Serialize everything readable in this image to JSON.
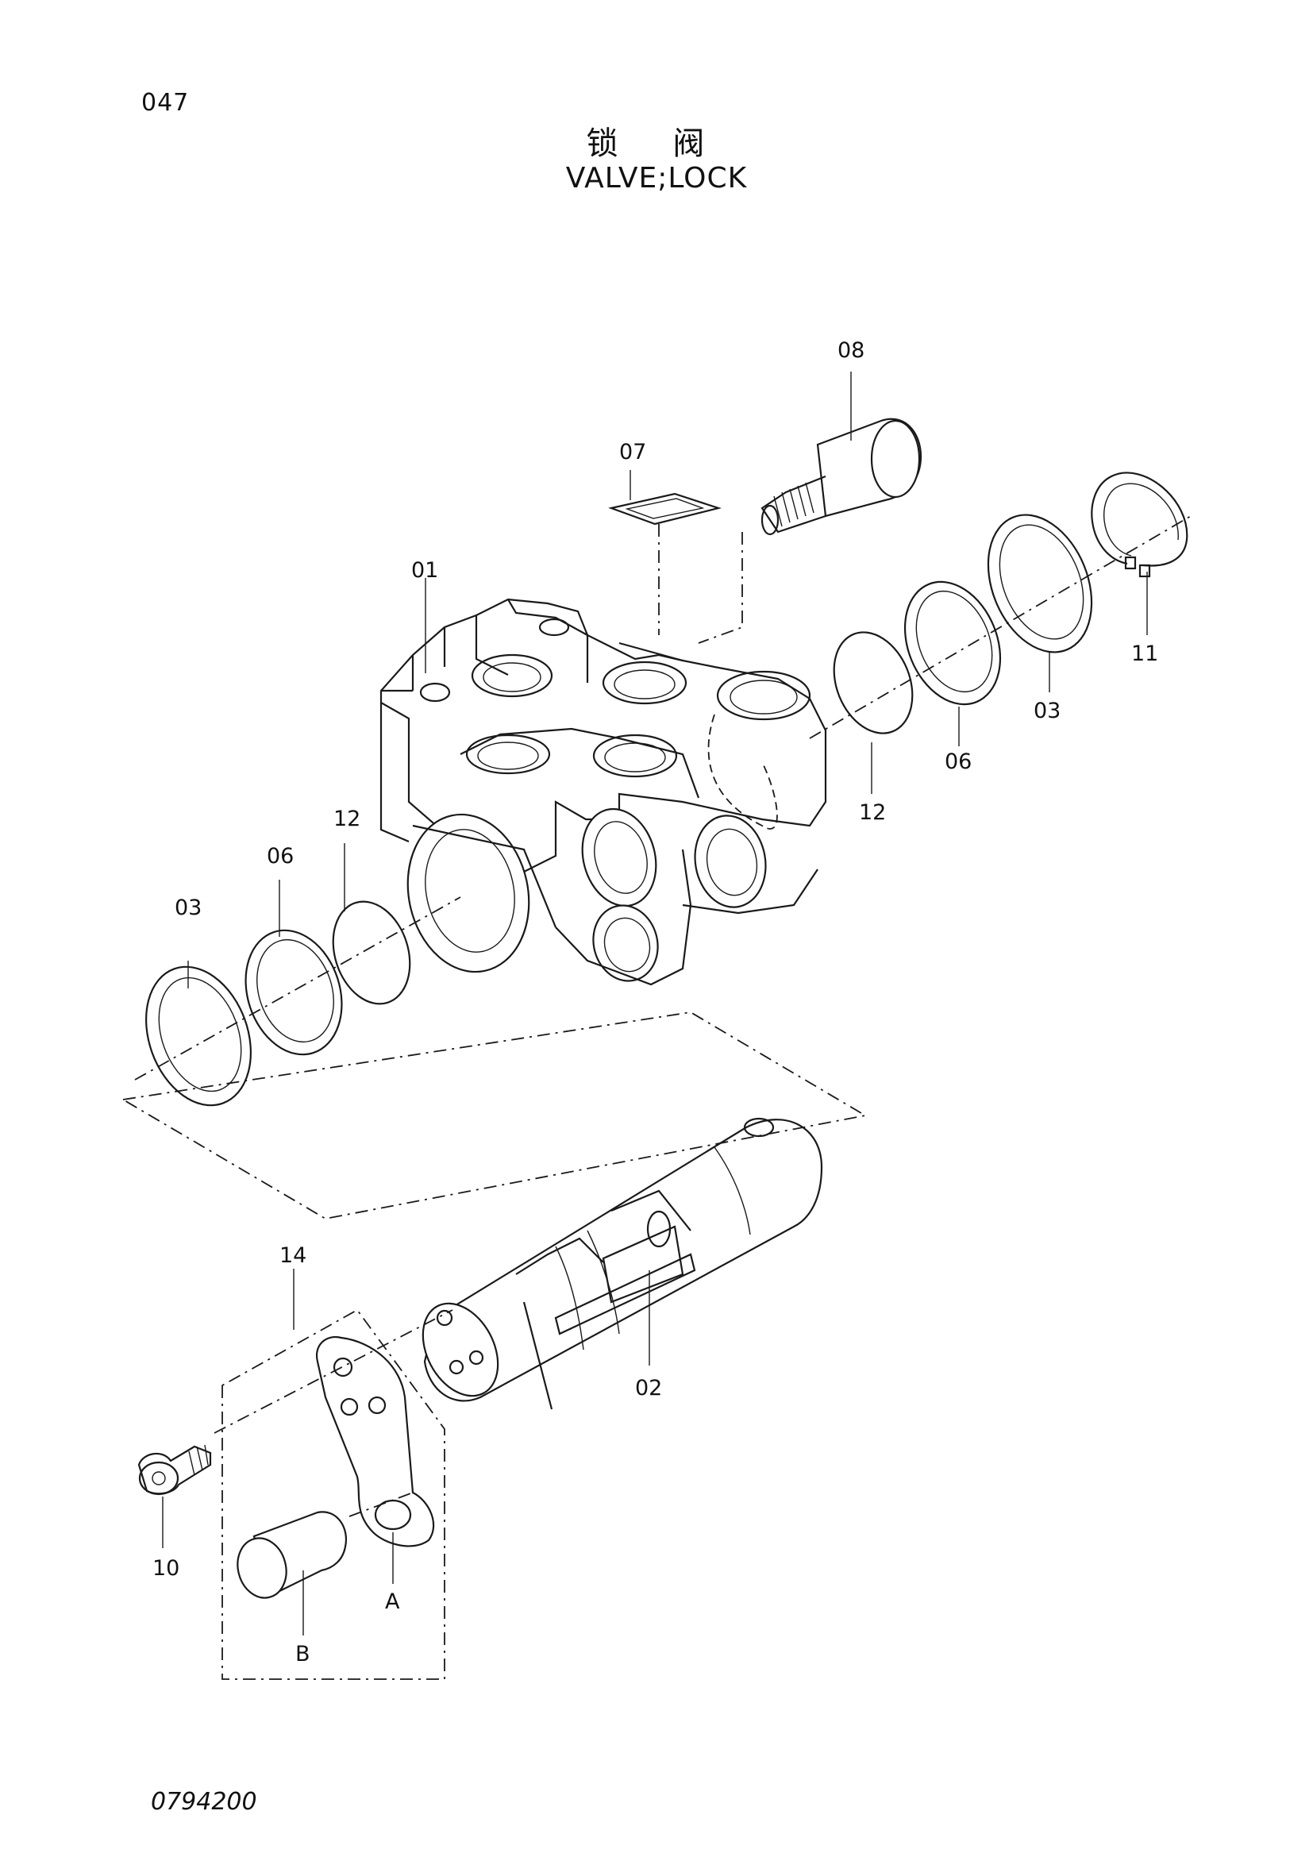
{
  "page": {
    "page_number": "047",
    "title_cn": "锁 阀",
    "title_en": "VALVE;LOCK",
    "drawing_number": "0794200"
  },
  "diagram": {
    "callouts": {
      "p01": "01",
      "p02": "02",
      "p03_left": "03",
      "p03_right": "03",
      "p06_left": "06",
      "p06_right": "06",
      "p07": "07",
      "p08": "08",
      "p10": "10",
      "p11": "11",
      "p12_left": "12",
      "p12_right": "12",
      "p14": "14",
      "pA": "A",
      "pB": "B"
    }
  }
}
